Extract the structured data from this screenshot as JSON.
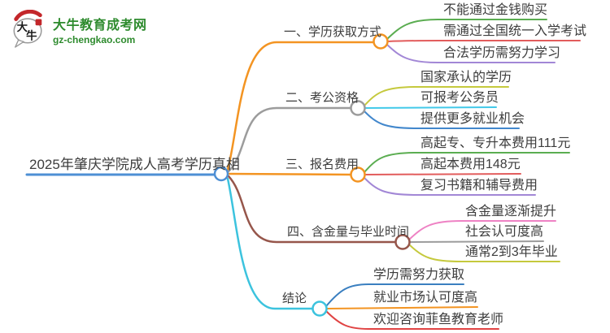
{
  "logo": {
    "title": "大牛教育成考网",
    "domain": "gz-chengkao.com",
    "brand_color": "#2e8b2e",
    "icon_text": "大牛",
    "icon": "daniu-speech-bubble-icon"
  },
  "mindmap": {
    "root": {
      "label": "2025年肇庆学院成人高考学历真相",
      "color": "#4e8fd4"
    },
    "branches": [
      {
        "label": "一、学历获取方式",
        "color": "#f39422",
        "children": [
          {
            "label": "不能通过金钱购买",
            "color": "#5bad51"
          },
          {
            "label": "需通过全国统一入学考试",
            "color": "#e25c5c"
          },
          {
            "label": "合法学历需努力学习",
            "color": "#a287d6"
          }
        ]
      },
      {
        "label": "二、考公资格",
        "color": "#9c9c9c",
        "children": [
          {
            "label": "国家承认的学历",
            "color": "#c5c93d"
          },
          {
            "label": "可报考公务员",
            "color": "#42c9e9"
          },
          {
            "label": "提供更多就业机会",
            "color": "#4287cc"
          }
        ]
      },
      {
        "label": "三、报名费用",
        "color": "#f39422",
        "children": [
          {
            "label": "高起专、专升本费用111元",
            "color": "#5bad51"
          },
          {
            "label": "高起本费用148元",
            "color": "#e25c5c"
          },
          {
            "label": "复习书籍和辅导费用",
            "color": "#a287d6"
          }
        ]
      },
      {
        "label": "四、含金量与毕业时间",
        "color": "#96564b",
        "children": [
          {
            "label": "含金量逐渐提升",
            "color": "#ee82c4"
          },
          {
            "label": "社会认可度高",
            "color": "#9c9c9c"
          },
          {
            "label": "通常2到3年毕业",
            "color": "#c5c93d"
          }
        ]
      },
      {
        "label": "结论",
        "color": "#3cc3de",
        "children": [
          {
            "label": "学历需努力获取",
            "color": "#3a7fc0"
          },
          {
            "label": "就业市场认可度高",
            "color": "#f39422"
          },
          {
            "label": "欢迎咨询菲鱼教育老师",
            "color": "#e04343"
          }
        ]
      }
    ]
  }
}
